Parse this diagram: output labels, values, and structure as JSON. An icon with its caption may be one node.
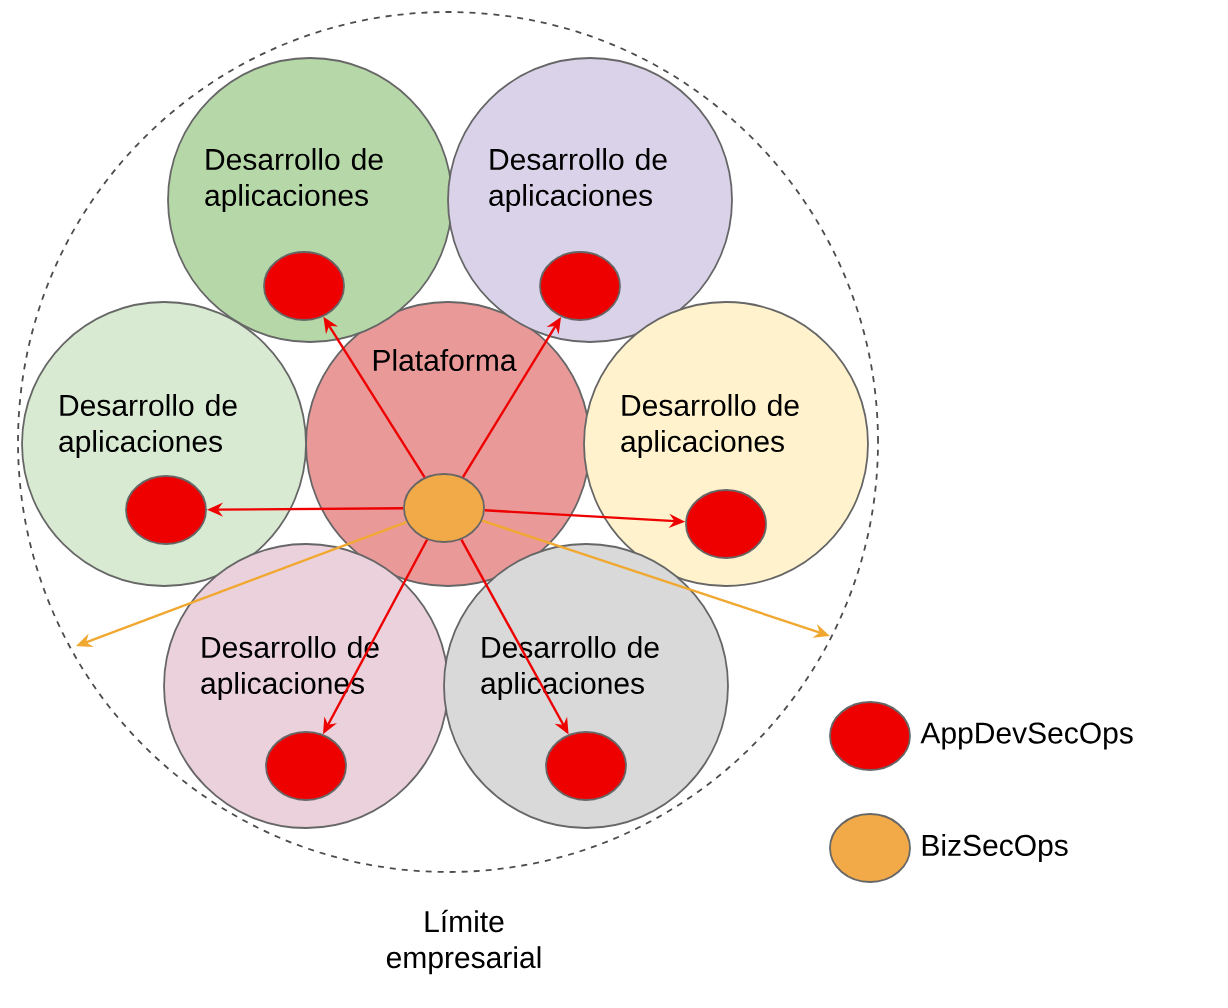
{
  "diagram": {
    "nodes": [
      {
        "text": [
          "Límite empresarial"
        ]
      },
      {
        "text": [
          "Plataforma"
        ],
        "in": 0
      },
      {
        "text": [
          "Desarrollo de aplicaciones"
        ],
        "in": 0
      },
      {
        "text": [
          "Desarrollo de aplicaciones"
        ],
        "in": 0
      },
      {
        "text": [
          "Desarrollo de aplicaciones"
        ],
        "in": 0
      },
      {
        "text": [
          "Desarrollo de aplicaciones"
        ],
        "in": 0
      },
      {
        "text": [
          "Desarrollo de aplicaciones"
        ],
        "in": 0
      },
      {
        "text": [
          "Desarrollo de aplicaciones"
        ],
        "in": 0
      },
      {
        "text": [],
        "shape": "circle",
        "in": 1
      },
      {
        "text": [],
        "shape": "circle",
        "in": 2
      },
      {
        "text": [],
        "shape": "circle",
        "in": 3
      },
      {
        "text": [],
        "shape": "circle",
        "in": 4
      },
      {
        "text": [],
        "shape": "circle",
        "in": 5
      },
      {
        "text": [],
        "shape": "circle",
        "in": 6
      },
      {
        "text": [],
        "shape": "circle",
        "in": 7
      }
    ],
    "edges": [
      {
        "from": 8,
        "to": 9,
        "arrow": "to"
      },
      {
        "from": 8,
        "to": 10,
        "arrow": "to"
      },
      {
        "from": 8,
        "to": 11,
        "arrow": "to"
      },
      {
        "from": 8,
        "to": 12,
        "arrow": "to"
      },
      {
        "from": 8,
        "to": 13,
        "arrow": "to"
      },
      {
        "from": 8,
        "to": 14,
        "arrow": "to"
      },
      {
        "from": 8,
        "to": null,
        "arrow": "to",
        "color": "#f0a830"
      },
      {
        "from": 8,
        "to": null,
        "arrow": "to",
        "color": "#f0a830"
      }
    ],
    "legend": [
      {
        "text": "AppDevSecOps",
        "color": "#ee0000"
      },
      {
        "text": "BizSecOps",
        "color": "#f2aa48"
      }
    ]
  }
}
